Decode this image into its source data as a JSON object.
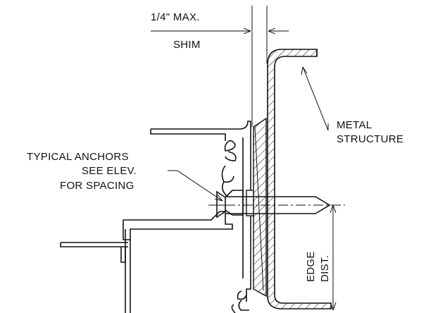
{
  "labels": {
    "shim_top": "1/4\" MAX.",
    "shim_bottom": "SHIM",
    "metal_line1": "METAL",
    "metal_line2": "STRUCTURE",
    "anchors_line1": "TYPICAL ANCHORS",
    "anchors_line2": "SEE ELEV.",
    "anchors_line3": "FOR SPACING",
    "edge_line1": "EDGE",
    "edge_line2": "DIST."
  },
  "colors": {
    "ink": "#111111",
    "background": "#ffffff"
  }
}
